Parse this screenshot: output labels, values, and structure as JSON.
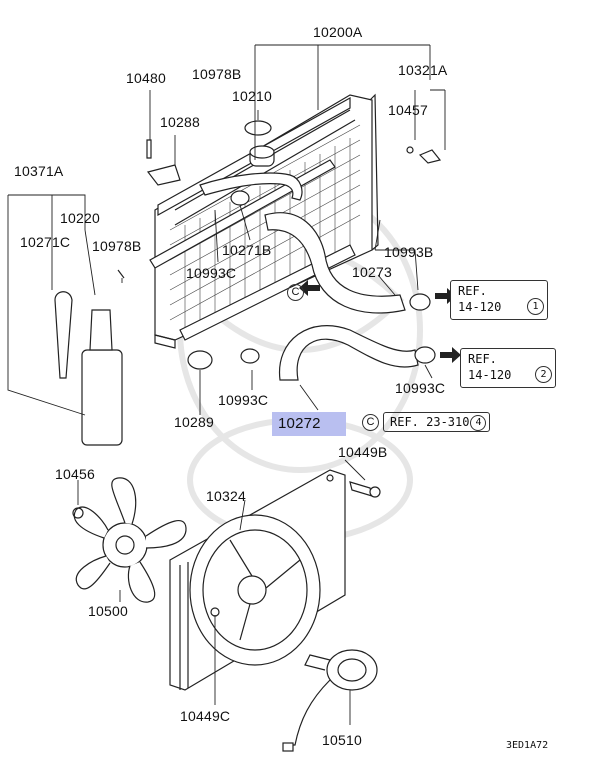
{
  "labels": {
    "p10200A": "10200A",
    "p10480": "10480",
    "p10978B_top": "10978B",
    "p10210": "10210",
    "p10321A": "10321A",
    "p10457": "10457",
    "p10288": "10288",
    "p10371A": "10371A",
    "p10220": "10220",
    "p10271C": "10271C",
    "p10978B_left": "10978B",
    "p10271B": "10271B",
    "p10993B": "10993B",
    "p10993C_upper": "10993C",
    "p10273": "10273",
    "p10993C_mid": "10993C",
    "p10993C_right": "10993C",
    "p10289": "10289",
    "p10272": "10272",
    "p10449B": "10449B",
    "p10456": "10456",
    "p10324": "10324",
    "p10500": "10500",
    "p10449C": "10449C",
    "p10510": "10510"
  },
  "refs": {
    "ref1": {
      "line1": "REF.",
      "line2": "14-120",
      "num": "1"
    },
    "ref2": {
      "line1": "REF.",
      "line2": "14-120",
      "num": "2"
    },
    "ref3": {
      "prefix": "C",
      "text": "REF. 23-310",
      "num": "4"
    }
  },
  "marker_c": "C",
  "diagram_code": "3ED1A72",
  "colors": {
    "highlight": "#b9bff0",
    "line": "#222222"
  }
}
